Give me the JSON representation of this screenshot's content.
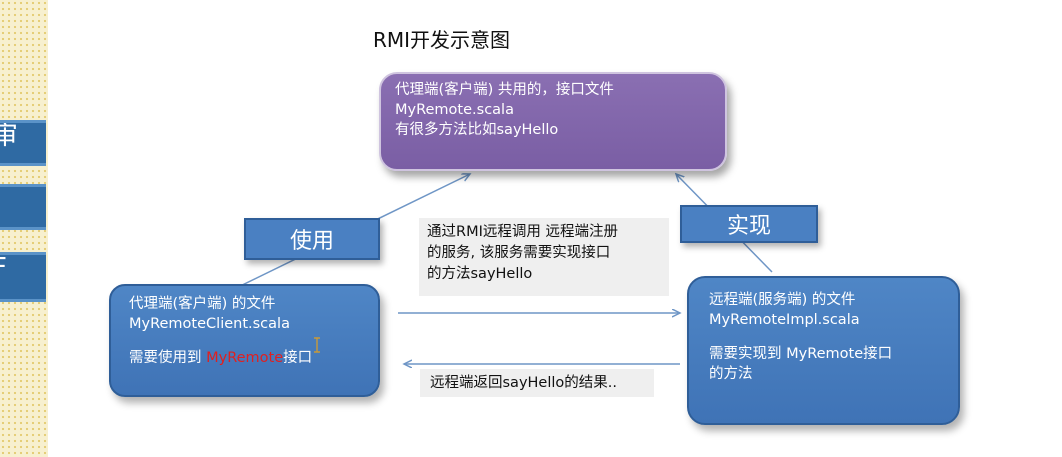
{
  "title": "RMI开发示意图",
  "interface_box": {
    "lines": [
      "代理端(客户端) 共用的，接口文件",
      "MyRemote.scala",
      "有很多方法比如sayHello"
    ]
  },
  "client_box": {
    "line1": "代理端(客户端) 的文件",
    "line2": "MyRemoteClient.scala",
    "line3_prefix": "需要使用到 ",
    "line3_highlight": "MyRemote",
    "line3_suffix": "接口",
    "highlight_color": "#e02020"
  },
  "server_box": {
    "lines": [
      "远程端(服务端) 的文件",
      "MyRemoteImpl.scala"
    ],
    "lines_after_gap": [
      "需要实现到 MyRemote接口",
      "的方法"
    ]
  },
  "labels": {
    "use": "使用",
    "implement": "实现"
  },
  "notes": {
    "call": [
      "通过RMI远程调用 远程端注册",
      "的服务, 该服务需要实现接口",
      "的方法sayHello"
    ],
    "return": "远程端返回sayHello的结果.."
  },
  "left_fragment_chars": [
    "审",
    "",
    "F"
  ],
  "colors": {
    "interface_box": "#7d61a7",
    "blue_box": "#4a80c2",
    "arrow": "#6f96c6",
    "note_bg": "#efefef"
  }
}
